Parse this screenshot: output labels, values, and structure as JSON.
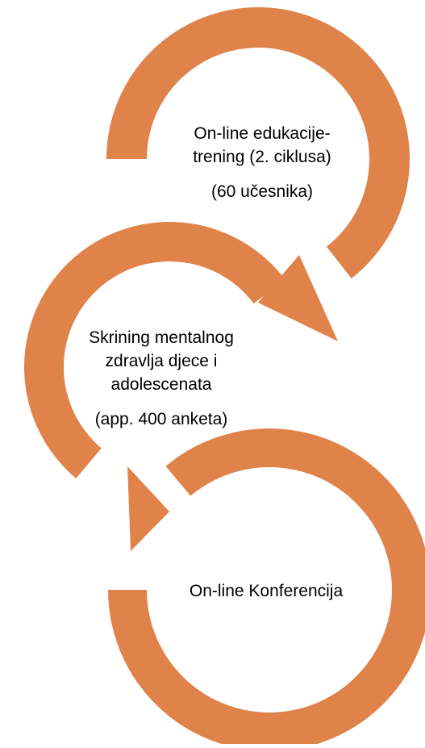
{
  "diagram": {
    "arrow_color": "#E0834A",
    "steps": [
      {
        "lines": [
          "On-line edukacije-",
          "trening (2. ciklusa)"
        ],
        "detail": "(60 učesnika)"
      },
      {
        "lines": [
          "Skrining mentalnog",
          "zdravlja djece i",
          "adolescenata"
        ],
        "detail": "(app. 400 anketa)"
      },
      {
        "lines": [
          "On-line Konferencija"
        ],
        "detail": ""
      }
    ]
  }
}
